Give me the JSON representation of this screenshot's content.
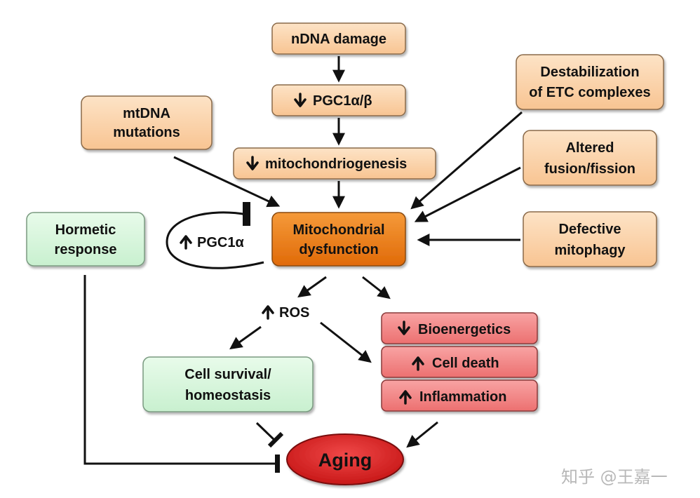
{
  "nodes": {
    "ndna_damage": "nDNA damage",
    "pgc_down": "PGC1α/β",
    "mitochondriogenesis": "mitochondriogenesis",
    "mtdna_line1": "mtDNA",
    "mtdna_line2": "mutations",
    "etc_line1": "Destabilization",
    "etc_line2": "of ETC complexes",
    "fusion_line1": "Altered",
    "fusion_line2": "fusion/fission",
    "mitophagy_line1": "Defective",
    "mitophagy_line2": "mitophagy",
    "hormetic_line1": "Hormetic",
    "hormetic_line2": "response",
    "mito_line1": "Mitochondrial",
    "mito_line2": "dysfunction",
    "pgc_loop": "PGC1α",
    "ros": "ROS",
    "bioenergetics": "Bioenergetics",
    "cell_death": "Cell death",
    "inflammation": "Inflammation",
    "survival_line1": "Cell survival/",
    "survival_line2": "homeostasis",
    "aging": "Aging"
  },
  "watermark": "知乎 @王嘉一",
  "colors": {
    "orange_box": "#fbd2a8",
    "central_box": "#ee7a10",
    "green_box": "#d6f7dc",
    "red_box": "#f28a8a",
    "aging_oval": "#dc2424",
    "arrow": "#111111"
  },
  "icons": [
    "down-arrow-icon",
    "up-arrow-icon"
  ]
}
